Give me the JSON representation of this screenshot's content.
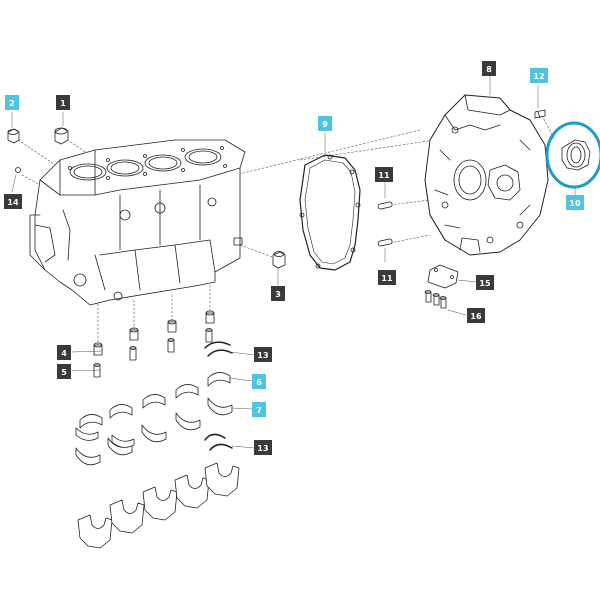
{
  "diagram": {
    "type": "exploded-parts-view",
    "assembly": "engine cylinder block, flywheel housing and bearings",
    "highlight_color": "#1a9ec9",
    "dark_label_bg": "#3a3a3a",
    "light_label_bg": "#4fc3e0",
    "callouts": [
      {
        "id": "c1",
        "label": "1",
        "style": "dark"
      },
      {
        "id": "c2",
        "label": "2",
        "style": "light"
      },
      {
        "id": "c3",
        "label": "3",
        "style": "dark"
      },
      {
        "id": "c4",
        "label": "4",
        "style": "dark"
      },
      {
        "id": "c5",
        "label": "5",
        "style": "dark"
      },
      {
        "id": "c6",
        "label": "6",
        "style": "light"
      },
      {
        "id": "c7",
        "label": "7",
        "style": "light"
      },
      {
        "id": "c8",
        "label": "8",
        "style": "dark"
      },
      {
        "id": "c9",
        "label": "9",
        "style": "light"
      },
      {
        "id": "c10",
        "label": "10",
        "style": "light"
      },
      {
        "id": "c11a",
        "label": "11",
        "style": "dark"
      },
      {
        "id": "c11b",
        "label": "11",
        "style": "dark"
      },
      {
        "id": "c12",
        "label": "12",
        "style": "light"
      },
      {
        "id": "c13a",
        "label": "13",
        "style": "dark"
      },
      {
        "id": "c13b",
        "label": "13",
        "style": "dark"
      },
      {
        "id": "c14",
        "label": "14",
        "style": "dark"
      },
      {
        "id": "c15",
        "label": "15",
        "style": "dark"
      },
      {
        "id": "c16",
        "label": "16",
        "style": "dark"
      }
    ]
  }
}
